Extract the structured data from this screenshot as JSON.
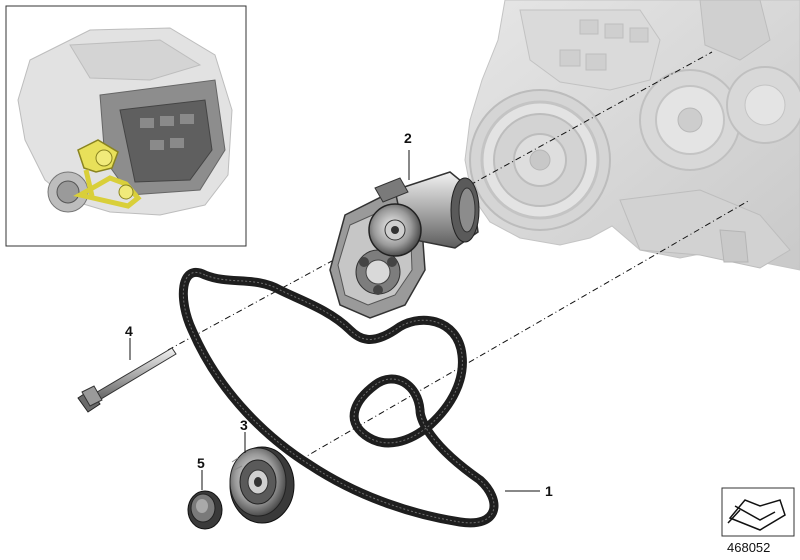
{
  "callouts": [
    {
      "id": "1",
      "label": "1",
      "part": "ribbed-v-belt"
    },
    {
      "id": "2",
      "label": "2",
      "part": "belt-tensioner"
    },
    {
      "id": "3",
      "label": "3",
      "part": "idler-pulley"
    },
    {
      "id": "4",
      "label": "4",
      "part": "bolt"
    },
    {
      "id": "5",
      "label": "5",
      "part": "cap"
    }
  ],
  "diagram_number": "468052",
  "colors": {
    "line": "#111111",
    "engine_ghost": "#d7d7d7",
    "engine_ghost_dark": "#bdbdbd",
    "highlight": "#e8e05a",
    "part_dark": "#3a3a3a",
    "part_mid": "#8a8a8a",
    "belt": "#1e1e1e"
  },
  "icons": {
    "direction_marker": "arrow-diagram-icon"
  }
}
